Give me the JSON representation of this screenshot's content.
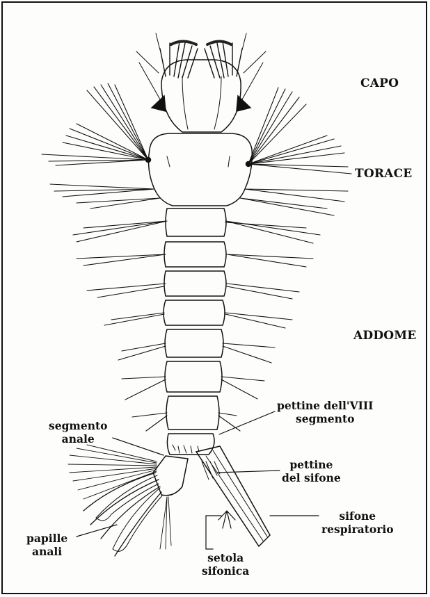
{
  "regions": {
    "capo": "CAPO",
    "torace": "TORACE",
    "addome": "ADDOME"
  },
  "parts": {
    "segmento_anale": [
      "segmento",
      "anale"
    ],
    "pettine_viii": [
      "pettine dell'VIII",
      "segmento"
    ],
    "pettine_sifone": [
      "pettine",
      "del sifone"
    ],
    "sifone": [
      "sifone",
      "respiratorio"
    ],
    "papille": [
      "papille",
      "anali"
    ],
    "setola": [
      "setola",
      "sifonica"
    ]
  }
}
